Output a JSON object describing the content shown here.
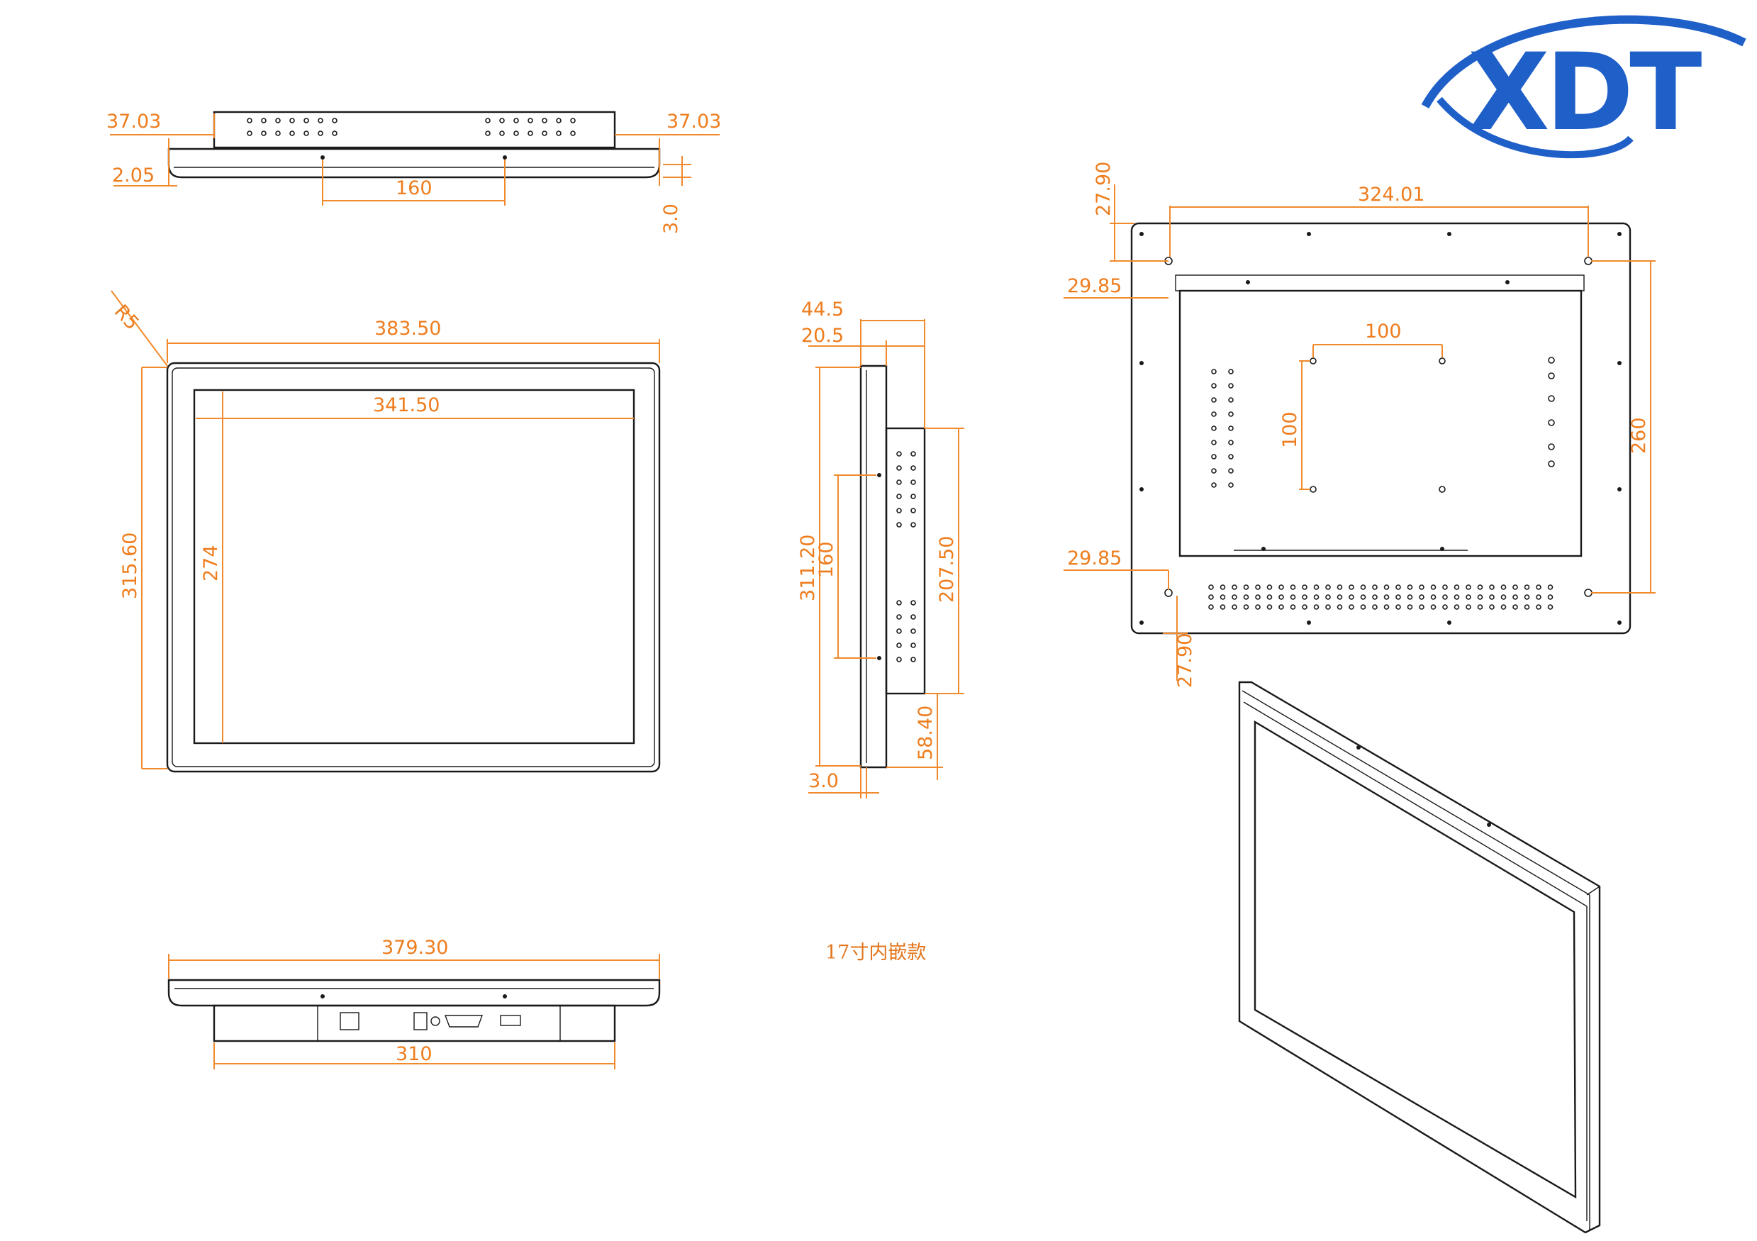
{
  "logo": {
    "text": "XDT",
    "color": "#1f5fc8"
  },
  "caption": "17寸内嵌款",
  "colors": {
    "dimension": "#f08a2c",
    "outline": "#1a1a1a",
    "background": "#ffffff"
  },
  "top_view": {
    "left_offset": "37.03",
    "right_offset": "37.03",
    "lip": "2.05",
    "hole_spacing": "160",
    "depth": "3.0"
  },
  "front_view": {
    "corner_radius": "R5",
    "outer_width": "383.50",
    "screen_width": "341.50",
    "outer_height": "315.60",
    "screen_height": "274"
  },
  "side_view": {
    "total_depth": "44.5",
    "bezel_depth": "20.5",
    "total_height": "311.20",
    "hole_spacing": "160",
    "box_height": "207.50",
    "box_bottom_offset": "58.40",
    "front_thickness": "3.0"
  },
  "back_view": {
    "hole_span_width": "324.01",
    "top_offset": "27.90",
    "left_offset_top": "29.85",
    "vesa_width": "100",
    "vesa_height": "100",
    "hole_span_height": "260",
    "left_offset_bottom": "29.85",
    "bottom_offset": "27.90"
  },
  "bottom_view": {
    "overall_width": "379.30",
    "box_width": "310"
  }
}
